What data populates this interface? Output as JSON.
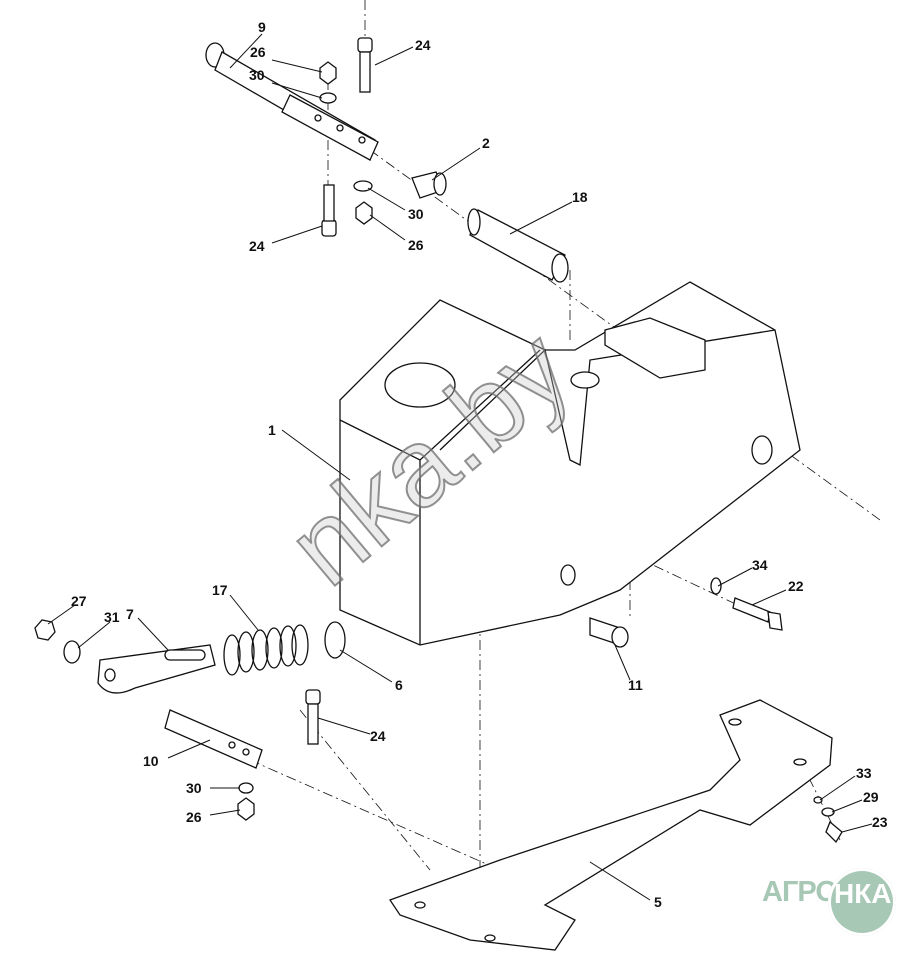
{
  "watermark": "nka.by",
  "logo": {
    "left": "АГРО",
    "right": "НКА"
  },
  "labels": [
    "9",
    "26",
    "24",
    "30",
    "2",
    "30",
    "18",
    "24",
    "26",
    "1",
    "34",
    "22",
    "27",
    "31",
    "7",
    "17",
    "6",
    "11",
    "24",
    "10",
    "30",
    "26",
    "33",
    "29",
    "23",
    "5"
  ]
}
